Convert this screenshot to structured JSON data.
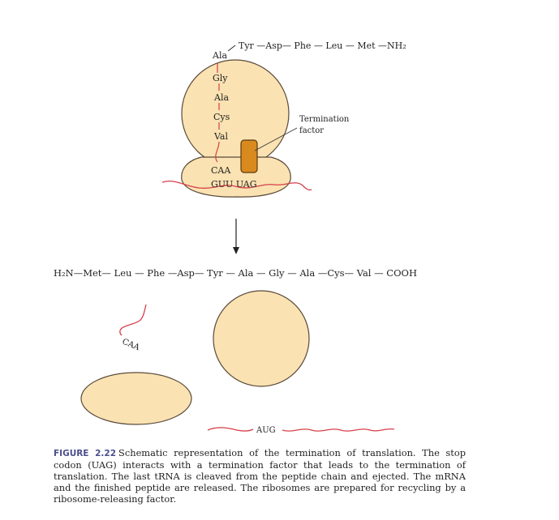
{
  "top_chain": {
    "ala": "Ala",
    "rest": "Tyr —Asp— Phe — Leu — Met —NH₂",
    "stack": [
      "Gly",
      "Ala",
      "Cys",
      "Val"
    ]
  },
  "trna_anticodon": "CAA",
  "mrna_codons": "GUU UAG",
  "termination_factor_label": [
    "Termination",
    "factor"
  ],
  "released_peptide": "H₂N—Met— Leu — Phe —Asp— Tyr — Ala — Gly — Ala —Cys— Val — COOH",
  "released_trna_label": "CAA",
  "mrna_start_codon": "AUG",
  "caption": {
    "figure_label": "FIGURE 2.22",
    "text": "Schematic representation of the termination of translation. The stop codon (UAG) interacts with a termination factor that leads to the termination of translation. The last tRNA is cleaved from the peptide chain and ejected. The mRNA and the finished peptide are released. The ribosomes are prepared for recycling by a ribosome-releasing factor."
  },
  "colors": {
    "ribosome_fill": "#fae2b2",
    "ribosome_stroke": "#5a4a3a",
    "factor_fill": "#d98a1e",
    "rna_red": "#d6404a",
    "caption_label": "#4a4f8c"
  }
}
